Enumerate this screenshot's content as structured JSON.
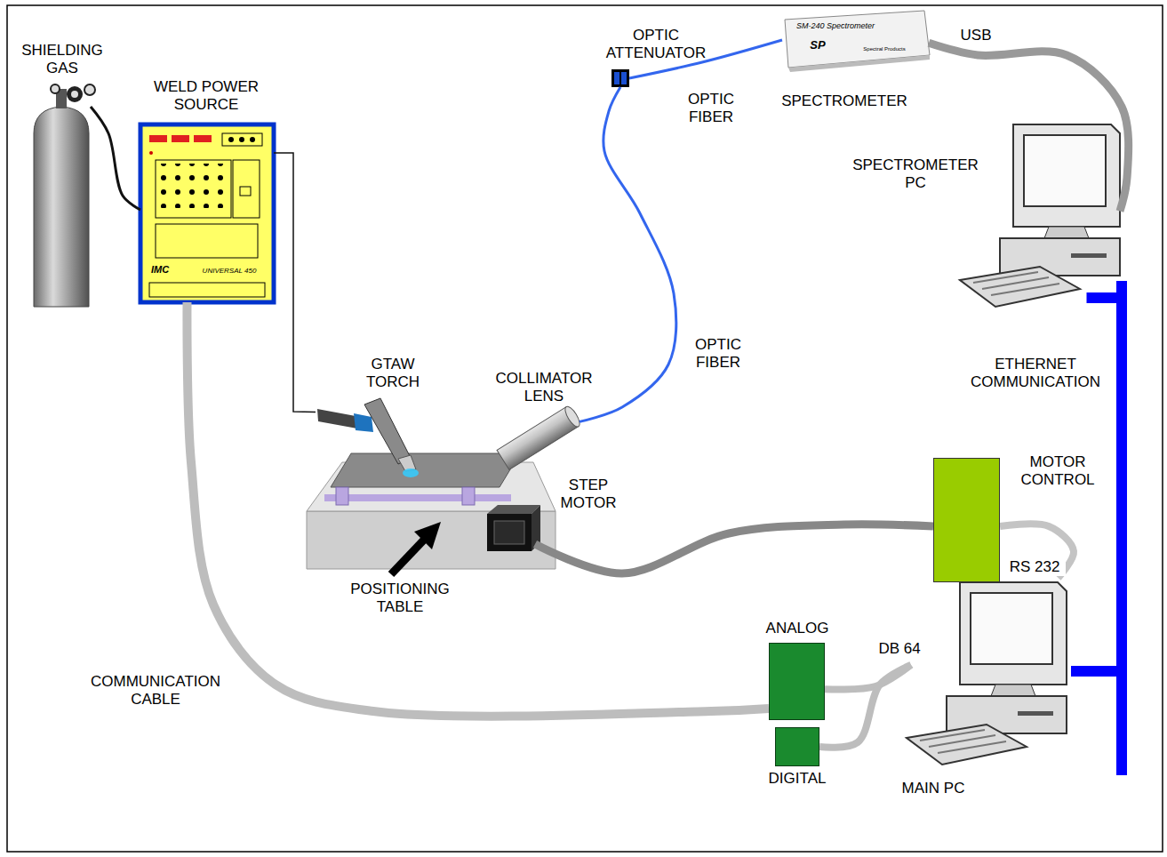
{
  "diagram": {
    "nodes": [
      {
        "text": [
          "SHIELDING GAS"
        ]
      },
      {
        "text": [
          "WELD POWER SOURCE",
          "IMC",
          "UNIVERSAL 450"
        ]
      },
      {
        "text": [
          "OPTIC ATTENUATOR"
        ]
      },
      {
        "text": [
          "SPECTROMETER",
          "SM-240 Spectrometer",
          "SP",
          "Spectral Products"
        ]
      },
      {
        "text": [
          "SPECTROMETER PC"
        ]
      },
      {
        "text": [
          "GTAW TORCH"
        ]
      },
      {
        "text": [
          "COLLIMATOR LENS"
        ]
      },
      {
        "text": [
          "STEP MOTOR"
        ]
      },
      {
        "text": [
          "POSITIONING TABLE"
        ]
      },
      {
        "text": [
          "MOTOR CONTROL"
        ]
      },
      {
        "text": [
          "ANALOG"
        ]
      },
      {
        "text": [
          "DIGITAL"
        ]
      },
      {
        "text": [
          "MAIN PC"
        ]
      }
    ],
    "edges": [
      {
        "from": 0,
        "to": 1,
        "arrow": "none"
      },
      {
        "from": 1,
        "to": 5,
        "arrow": "none"
      },
      {
        "from": 1,
        "to": 10,
        "arrow": "none",
        "label": "COMMUNICATION CABLE"
      },
      {
        "from": 6,
        "to": 2,
        "arrow": "none",
        "label": "OPTIC FIBER"
      },
      {
        "from": 2,
        "to": 3,
        "arrow": "none",
        "label": "OPTIC FIBER"
      },
      {
        "from": 3,
        "to": 4,
        "arrow": "none",
        "label": "USB"
      },
      {
        "from": 4,
        "to": 12,
        "arrow": "none",
        "label": "ETHERNET COMMUNICATION"
      },
      {
        "from": 7,
        "to": 9,
        "arrow": "none"
      },
      {
        "from": 9,
        "to": 12,
        "arrow": "none",
        "label": "RS 232"
      },
      {
        "from": 10,
        "to": 12,
        "arrow": "none",
        "label": "DB 64"
      },
      {
        "from": 11,
        "to": 12,
        "arrow": "none"
      }
    ]
  }
}
